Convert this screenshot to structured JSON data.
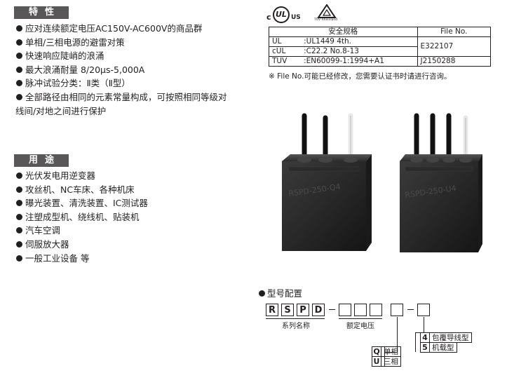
{
  "features": {
    "header": "特性",
    "items": [
      "应对连续额定电压AC150V-AC600V的商品群",
      "单相/三相电源的避雷对策",
      "快速响应陡峭的浪涌",
      "最大浪涌耐量 8/20μs-5,000A",
      "脉冲试验分类：Ⅱ类（Ⅱ型）"
    ],
    "last_item_line1": "全部路径由相同的元素常量构成，可按照相同等级对",
    "last_item_line2": "线间/对地之间进行保护"
  },
  "applications": {
    "header": "用途",
    "items": [
      "光伏发电用逆变器",
      "攻丝机、NC车床、各种机床",
      "曝光装置、清洗装置、IC测试器",
      "注塑成型机、绕线机、贴装机",
      "汽车空调",
      "伺服放大器",
      "一般工业设备 等"
    ]
  },
  "certification": {
    "ul_mark_c": "c",
    "ul_mark_letters": "UL",
    "ul_mark_us": "US",
    "tuv_caption": "TÜV Rheinland",
    "col_standard": "安全规格",
    "col_file": "File No.",
    "rows": [
      {
        "mark": "UL",
        "standard": ":UL1449 4th."
      },
      {
        "mark": "cUL",
        "standard": ":C22.2  No.8-13"
      },
      {
        "mark": "TÜV",
        "standard": ":EN60099-1:1994+A1"
      }
    ],
    "file_ul": "E322107",
    "file_tuv": "J2150288",
    "note": "※ File No.可能已经修改，您需要认证书时请进行咨询。"
  },
  "product_photo": {
    "left_marking": "RSPD-250-Q4",
    "right_marking": "RSPD-250-U4"
  },
  "model": {
    "title": "型号配置",
    "letters": [
      "R",
      "S",
      "P",
      "D"
    ],
    "series_caption": "系列名称",
    "voltage_caption": "额定电压",
    "phase_options": [
      {
        "code": "Q",
        "label": "单相"
      },
      {
        "code": "U",
        "label": "三相"
      }
    ],
    "type_options": [
      {
        "code": "4",
        "label": "包覆导线型"
      },
      {
        "code": "5",
        "label": "机载型"
      }
    ]
  },
  "colors": {
    "header_bg": "#595757",
    "text": "#231f20",
    "device_body": "#2a2a2a"
  }
}
